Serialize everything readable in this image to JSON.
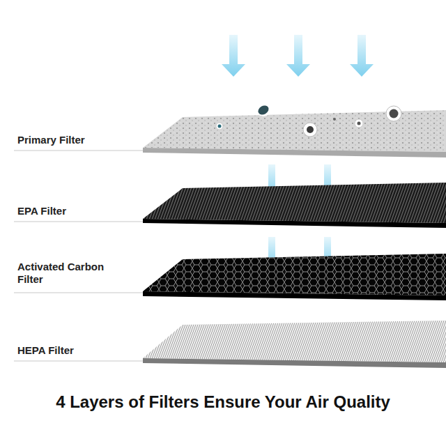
{
  "diagram": {
    "caption": "4 Layers of Filters Ensure Your Air Quality",
    "labels": [
      "Primary Filter",
      "EPA Filter",
      "Activated Carbon Filter",
      "HEPA Filter"
    ]
  }
}
